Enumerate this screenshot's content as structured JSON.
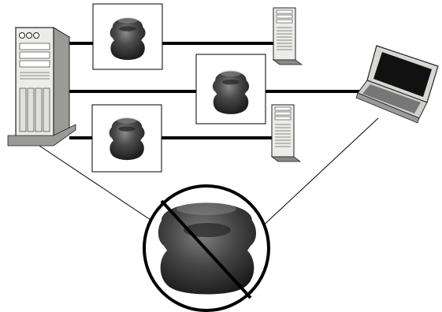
{
  "diagram": {
    "nodes": [
      {
        "id": "server-main",
        "kind": "server",
        "icon": "server-icon"
      },
      {
        "id": "tower-top",
        "kind": "tower",
        "icon": "tower-pc-icon"
      },
      {
        "id": "laptop",
        "kind": "laptop",
        "icon": "laptop-icon"
      },
      {
        "id": "tower-bottom",
        "kind": "tower",
        "icon": "tower-pc-icon"
      }
    ],
    "connections": [
      {
        "from": "server-main",
        "to": "tower-top",
        "device": "cap"
      },
      {
        "from": "server-main",
        "to": "laptop",
        "device": "cap"
      },
      {
        "from": "server-main",
        "to": "tower-bottom",
        "device": "cap"
      }
    ],
    "prohibited_item": {
      "device": "cap",
      "symbol": "no-entry-slash"
    },
    "colors": {
      "line": "#000000",
      "device_gray": "#4a4a4a",
      "case_beige": "#e8e8e4",
      "background": "#ffffff"
    }
  }
}
